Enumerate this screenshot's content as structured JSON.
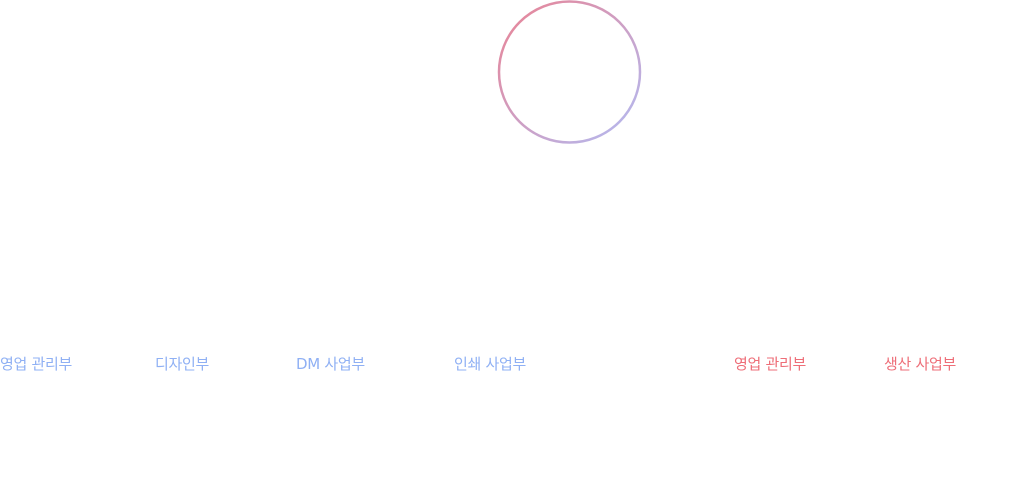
{
  "colors": {
    "blue": "#8fb0f4",
    "red": "#ee6e78",
    "ring_start": "#ea8394",
    "ring_end": "#b2bbf3"
  },
  "ring": {
    "shape": "circle-outline",
    "gradient": "pink-to-lavender"
  },
  "departments": [
    {
      "label": "영업 관리부",
      "color": "blue"
    },
    {
      "label": "디자인부",
      "color": "blue"
    },
    {
      "label": "DM 사업부",
      "color": "blue"
    },
    {
      "label": "인쇄 사업부",
      "color": "blue"
    },
    {
      "label": "영업 관리부",
      "color": "red"
    },
    {
      "label": "생산 사업부",
      "color": "red"
    }
  ]
}
